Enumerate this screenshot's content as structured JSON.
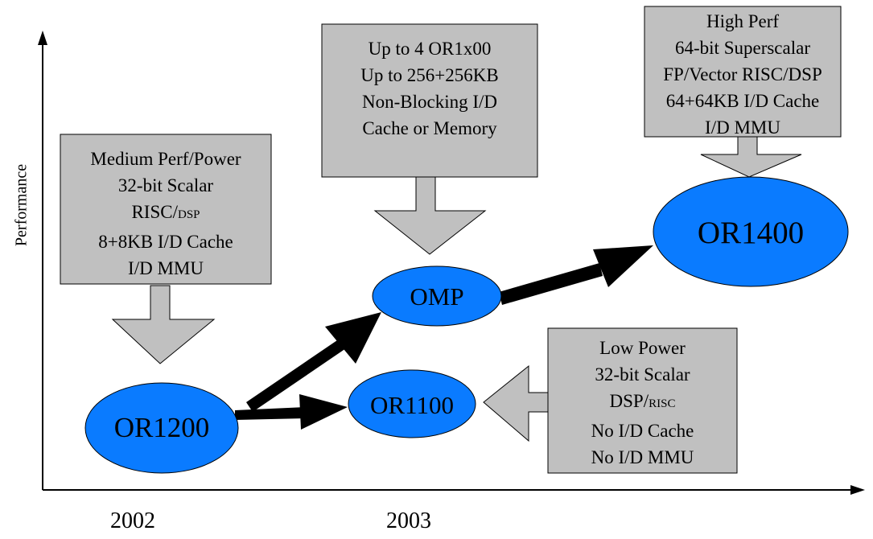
{
  "axes": {
    "y_label": "Performance",
    "x_ticks": [
      "2002",
      "2003"
    ]
  },
  "nodes": [
    {
      "id": "or1200",
      "label": "OR1200"
    },
    {
      "id": "omp",
      "label": "OMP"
    },
    {
      "id": "or1100",
      "label": "OR1100"
    },
    {
      "id": "or1400",
      "label": "OR1400"
    }
  ],
  "callouts": {
    "or1200": {
      "line1": "Medium Perf/Power",
      "line2": "32-bit Scalar",
      "line3_main": "RISC/",
      "line3_small": "DSP",
      "line4": "8+8KB I/D Cache",
      "line5": "I/D MMU"
    },
    "omp": {
      "line1": "Up to 4 OR1x00",
      "line2": "Up to 256+256KB",
      "line3": "Non-Blocking I/D",
      "line4": "Cache or Memory"
    },
    "or1400": {
      "line1": "High Perf",
      "line2": "64-bit Superscalar",
      "line3": "FP/Vector RISC/DSP",
      "line4": "64+64KB I/D Cache",
      "line5": "I/D MMU"
    },
    "or1100": {
      "line1": "Low Power",
      "line2": "32-bit Scalar",
      "line3_main": "DSP/",
      "line3_small": "RISC",
      "line4": "No I/D Cache",
      "line5": "No I/D MMU"
    }
  },
  "colors": {
    "node_fill": "#0a7bff",
    "callout_fill": "#c0c0c0",
    "arrow": "#000000",
    "text": "#000000"
  }
}
